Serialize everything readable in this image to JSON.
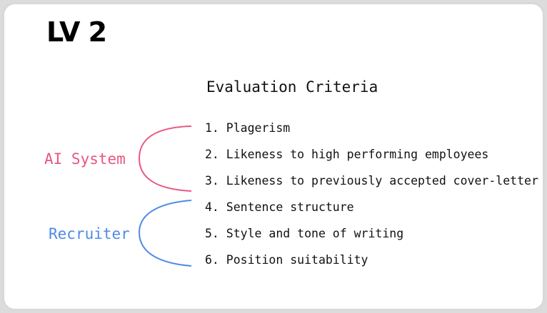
{
  "level_badge": "LV 2",
  "heading": "Evaluation Criteria",
  "criteria": [
    "1. Plagerism",
    "2. Likeness to high performing employees",
    "3. Likeness to previously accepted cover-letter",
    "4. Sentence structure",
    "5. Style and tone of writing",
    "6. Position suitability"
  ],
  "groups": [
    {
      "label": "AI System",
      "color": "#e8577f"
    },
    {
      "label": "Recruiter",
      "color": "#4f8ae6"
    }
  ]
}
